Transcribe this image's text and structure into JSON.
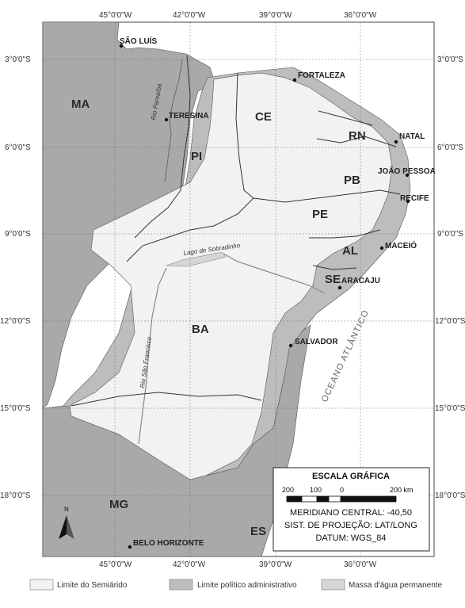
{
  "axes": {
    "lon": [
      "45°0'0\"W",
      "42°0'0\"W",
      "39°0'0\"W",
      "36°0'0\"W"
    ],
    "lat": [
      "3°0'0\"S",
      "6°0'0\"S",
      "9°0'0\"S",
      "12°0'0\"S",
      "15°0'0\"S",
      "18°0'0\"S"
    ]
  },
  "states": [
    "MA",
    "PI",
    "CE",
    "RN",
    "PB",
    "PE",
    "AL",
    "SE",
    "BA",
    "MG",
    "ES"
  ],
  "cities": [
    "SÃO LUÍS",
    "FORTALEZA",
    "TERESINA",
    "NATAL",
    "JOÃO PESSOA",
    "RECIFE",
    "MACEIÓ",
    "ARACAJU",
    "SALVADOR",
    "BELO HORIZONTE"
  ],
  "water_labels": {
    "river_parnaiba": "Rio Parnaíba",
    "river_sao_francisco": "Rio São Francisco",
    "lake_sobradinho": "Lago de Sobradinho",
    "ocean": "OCEANO ATLÂNTICO"
  },
  "scale_box": {
    "title": "ESCALA GRÁFICA",
    "ticks": [
      "200",
      "100",
      "0",
      "200 km"
    ],
    "meridian": "MERIDIANO CENTRAL: -40,50",
    "projection": "SIST. DE PROJEÇÃO: LAT/LONG",
    "datum": "DATUM: WGS_84"
  },
  "north_arrow": "N",
  "legend": [
    {
      "label": "Limite do Semiárido",
      "color": "#f2f2f2"
    },
    {
      "label": "Limite político administrativo",
      "color": "#bdbdbd"
    },
    {
      "label": "Massa d'água permanente",
      "color": "#d6d6d6"
    }
  ],
  "colors": {
    "outside_land": "#a9a9a9",
    "admin_area": "#bdbdbd",
    "semiarid": "#f2f2f2",
    "sea": "#ffffff"
  }
}
